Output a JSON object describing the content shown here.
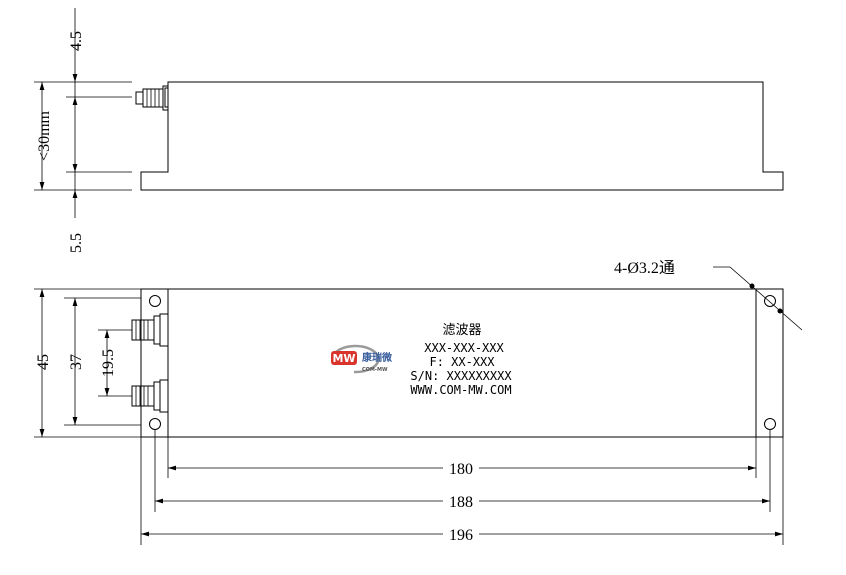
{
  "side_view": {
    "dims": {
      "top_gap": "4.5",
      "height": "<30mm",
      "flange": "5.5"
    }
  },
  "front_view": {
    "hole_note": "4-Ø3.2通",
    "dims": {
      "height": "45",
      "port_spacing_outer": "37",
      "port_spacing_inner": "19.5",
      "body_length": "180",
      "hole_spacing": "188",
      "overall_length": "196"
    },
    "label": {
      "name": "滤波器",
      "model": "XXX-XXX-XXX",
      "freq": "F: XX-XXX",
      "serial": "S/N: XXXXXXXXX",
      "website": "WWW.COM-MW.COM"
    },
    "logo": {
      "mark": "MW",
      "name": "康瑞微",
      "sub": "COM-MW"
    }
  }
}
